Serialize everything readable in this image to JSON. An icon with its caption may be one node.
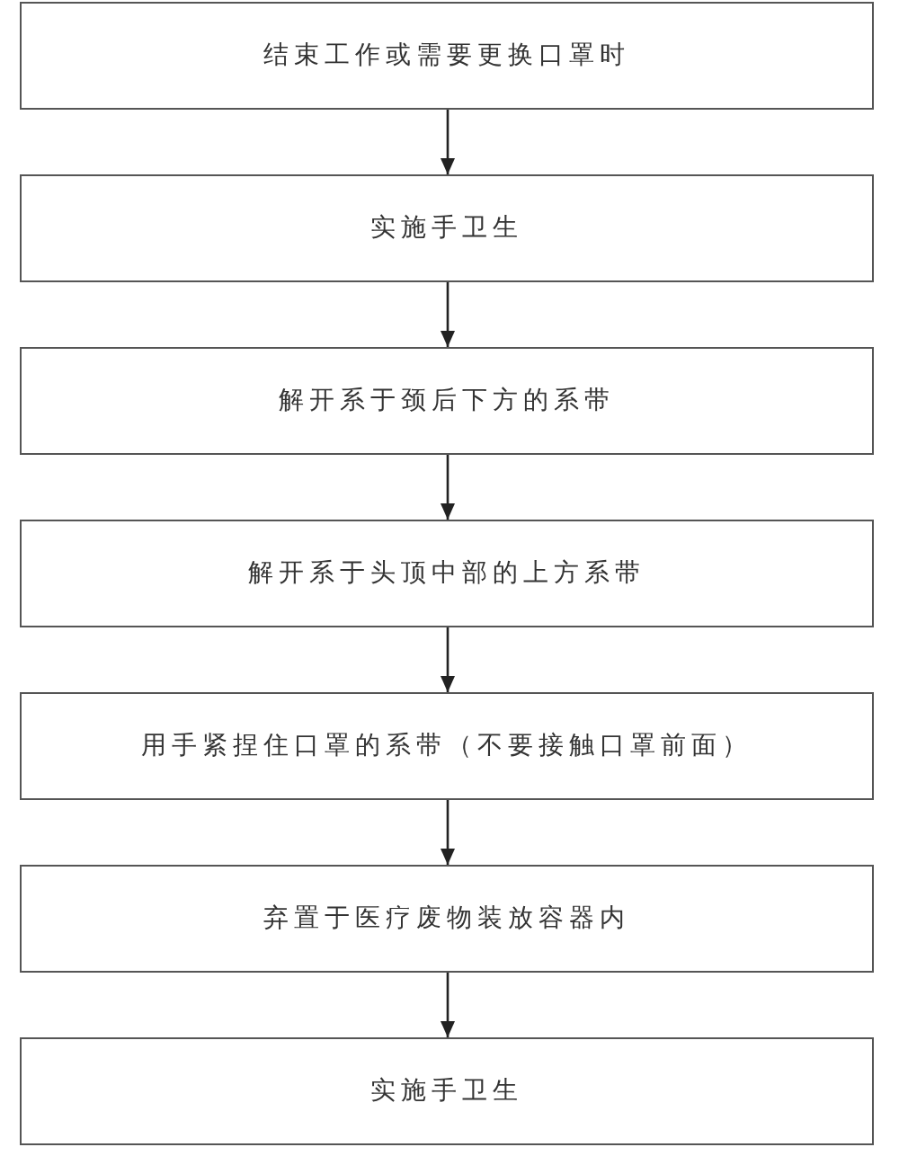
{
  "diagram": {
    "nodes": [
      {
        "text": [
          "结束工作或需要更换口罩时"
        ]
      },
      {
        "text": [
          "实施手卫生"
        ]
      },
      {
        "text": [
          "解开系于颈后下方的系带"
        ]
      },
      {
        "text": [
          "解开系于头顶中部的上方系带"
        ]
      },
      {
        "text": [
          "用手紧捏住口罩的系带（不要接触口罩前面）"
        ]
      },
      {
        "text": [
          "弃置于医疗废物装放容器内"
        ]
      },
      {
        "text": [
          "实施手卫生"
        ]
      }
    ],
    "edges": [
      {
        "from": 0,
        "to": 1,
        "arrow": "to"
      },
      {
        "from": 1,
        "to": 2,
        "arrow": "to"
      },
      {
        "from": 2,
        "to": 3,
        "arrow": "to"
      },
      {
        "from": 3,
        "to": 4,
        "arrow": "to"
      },
      {
        "from": 4,
        "to": 5,
        "arrow": "to"
      },
      {
        "from": 5,
        "to": 6,
        "arrow": "to"
      }
    ]
  }
}
